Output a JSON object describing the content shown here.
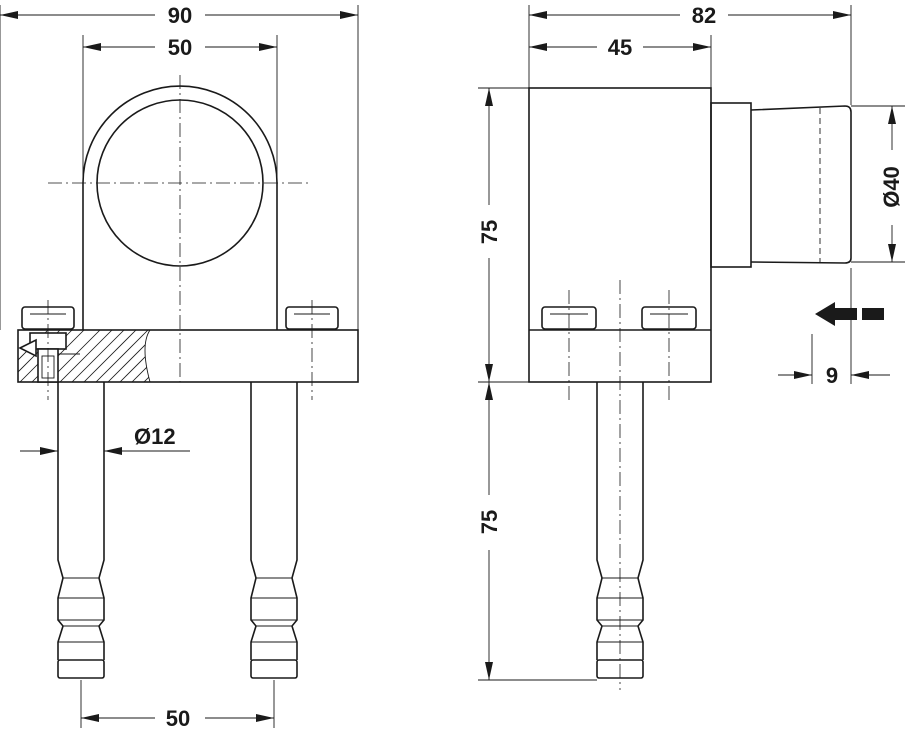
{
  "dimensions": {
    "front_overall_width": "90",
    "front_ring_width": "50",
    "front_pin_diameter": "Ø12",
    "front_pin_spacing": "50",
    "side_overall_depth": "82",
    "side_body_depth": "45",
    "side_body_height": "75",
    "side_pin_length": "75",
    "side_buffer_diameter": "Ø40",
    "side_offset": "9"
  }
}
